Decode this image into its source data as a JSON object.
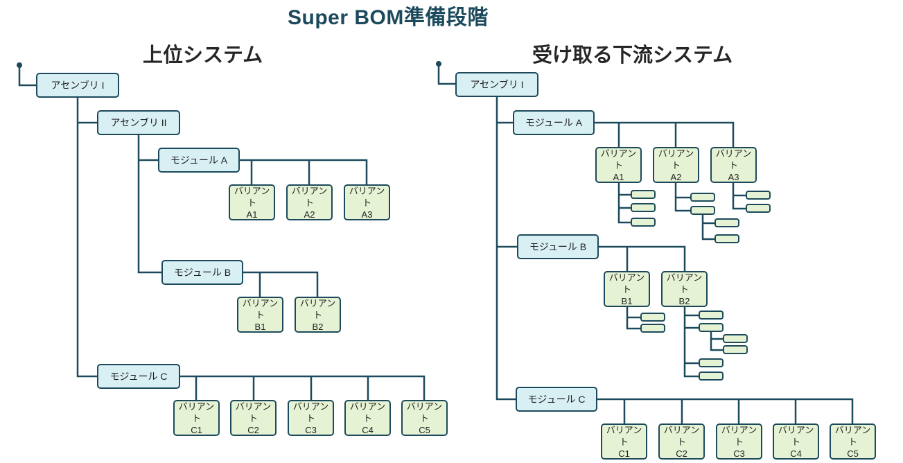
{
  "title": "Super BOM準備段階",
  "left": {
    "heading": "上位システム",
    "assembly_1": "アセンブリ I",
    "assembly_2": "アセンブリ II",
    "module_a": "モジュール A",
    "module_b": "モジュール B",
    "module_c": "モジュール C",
    "variants_a": [
      [
        "バリアント",
        "A1"
      ],
      [
        "バリアント",
        "A2"
      ],
      [
        "バリアント",
        "A3"
      ]
    ],
    "variants_b": [
      [
        "バリアント",
        "B1"
      ],
      [
        "バリアント",
        "B2"
      ]
    ],
    "variants_c": [
      [
        "バリアント",
        "C1"
      ],
      [
        "バリアント",
        "C2"
      ],
      [
        "バリアント",
        "C3"
      ],
      [
        "バリアント",
        "C4"
      ],
      [
        "バリアント",
        "C5"
      ]
    ]
  },
  "right": {
    "heading": "受け取る下流システム",
    "assembly_1": "アセンブリ I",
    "module_a": "モジュール A",
    "module_b": "モジュール B",
    "module_c": "モジュール C",
    "variants_a": [
      [
        "バリアント",
        "A1"
      ],
      [
        "バリアント",
        "A2"
      ],
      [
        "バリアント",
        "A3"
      ]
    ],
    "variants_b": [
      [
        "バリアント",
        "B1"
      ],
      [
        "バリアント",
        "B2"
      ]
    ],
    "variants_c": [
      [
        "バリアント",
        "C1"
      ],
      [
        "バリアント",
        "C2"
      ],
      [
        "バリアント",
        "C3"
      ],
      [
        "バリアント",
        "C4"
      ],
      [
        "バリアント",
        "C5"
      ]
    ]
  },
  "colors": {
    "line": "#1c4a5c",
    "assembly_fill": "#d8eff4",
    "variant_fill": "#e6f2d4",
    "title": "#1c4a5c"
  }
}
